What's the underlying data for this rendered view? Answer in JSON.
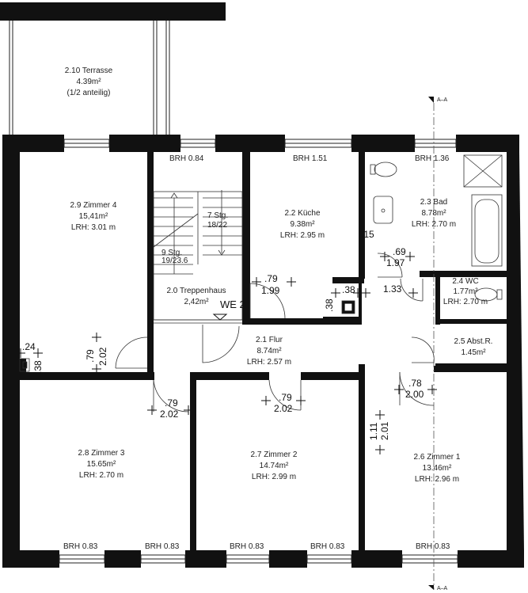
{
  "rooms": {
    "terrace": {
      "name": "2.10 Terrasse",
      "area": "4.39m²",
      "note": "(1/2 anteilig)"
    },
    "zimmer4": {
      "name": "2.9 Zimmer 4",
      "area": "15,41m²",
      "height": "LRH: 3.01 m"
    },
    "stair": {
      "name": "2.0 Treppenhaus",
      "area": "2,42m²",
      "steps_upper": "7 Stg.",
      "ratio_upper": "18/22",
      "steps_lower": "9 Stg.",
      "ratio_lower": "19/23.6"
    },
    "kueche": {
      "name": "2.2 Küche",
      "area": "9.38m²",
      "height": "LRH: 2.95 m"
    },
    "bad": {
      "name": "2.3 Bad",
      "area": "8.78m²",
      "height": "LRH: 2.70 m"
    },
    "wc": {
      "name": "2.4 WC",
      "area": "1.77m²",
      "height": "LRH: 2.70 m"
    },
    "abst": {
      "name": "2.5 Abst.R.",
      "area": "1.45m²"
    },
    "flur": {
      "name": "2.1 Flur",
      "area": "8.74m²",
      "height": "LRH: 2.57 m"
    },
    "zimmer3": {
      "name": "2.8 Zimmer 3",
      "area": "15.65m²",
      "height": "LRH: 2.70 m"
    },
    "zimmer2": {
      "name": "2.7 Zimmer 2",
      "area": "14.74m²",
      "height": "LRH: 2.99 m"
    },
    "zimmer1": {
      "name": "2.6 Zimmer 1",
      "area": "13.46m²",
      "height": "LRH: 2.96 m"
    }
  },
  "unit_label": "WE 2",
  "section_mark": "A–A",
  "brh": {
    "stair_top": "BRH 0.84",
    "kueche_top": "BRH 1.51",
    "bad_top": "BRH 1.36",
    "bottom_1": "BRH 0.83",
    "bottom_2": "BRH 0.83",
    "bottom_3": "BRH 0.83",
    "bottom_4": "BRH 0.83",
    "bottom_5": "BRH 0.83"
  },
  "dims": {
    "d24": ".24",
    "d38a": ".38",
    "z4door_w": ".79",
    "z4door_h": "2.02",
    "kdoor_w": ".79",
    "kdoor_h": "1.99",
    "k38a": ".38",
    "k38b": ".38",
    "bad15": ".15",
    "baddoor_w": ".69",
    "baddoor_h": "1.97",
    "wc_w": "1.33",
    "z3door_w": ".79",
    "z3door_h": "2.02",
    "z2door_w": ".79",
    "z2door_h": "2.02",
    "z1door_w": ".78",
    "z1door_h": "2.00",
    "open_w": "1.11",
    "open_h": "2.01"
  }
}
